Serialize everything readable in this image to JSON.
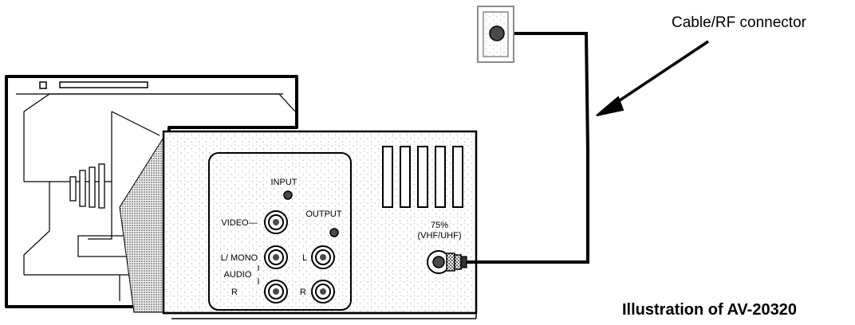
{
  "labels": {
    "cable_connector": "Cable/RF connector",
    "caption": "Illustration of AV-20320"
  },
  "panel": {
    "input": "INPUT",
    "output": "OUTPUT",
    "video": "VIDEO—",
    "l_mono": "L/ MONO",
    "audio": "AUDIO",
    "r_left": "R",
    "l": "L",
    "r_right": "R",
    "impedance": "75%",
    "band": "(VHF/UHF)"
  },
  "icons": {
    "wall_outlet": "coaxial-wall-outlet-icon",
    "arrow": "pointer-arrow-icon",
    "rf_plug": "coax-plug-icon"
  },
  "colors": {
    "line": "#000000",
    "stipple": "#9a9a9a",
    "outlet_border": "#8a8a8a",
    "jack_fill": "#4a4a4a",
    "background": "#ffffff"
  }
}
